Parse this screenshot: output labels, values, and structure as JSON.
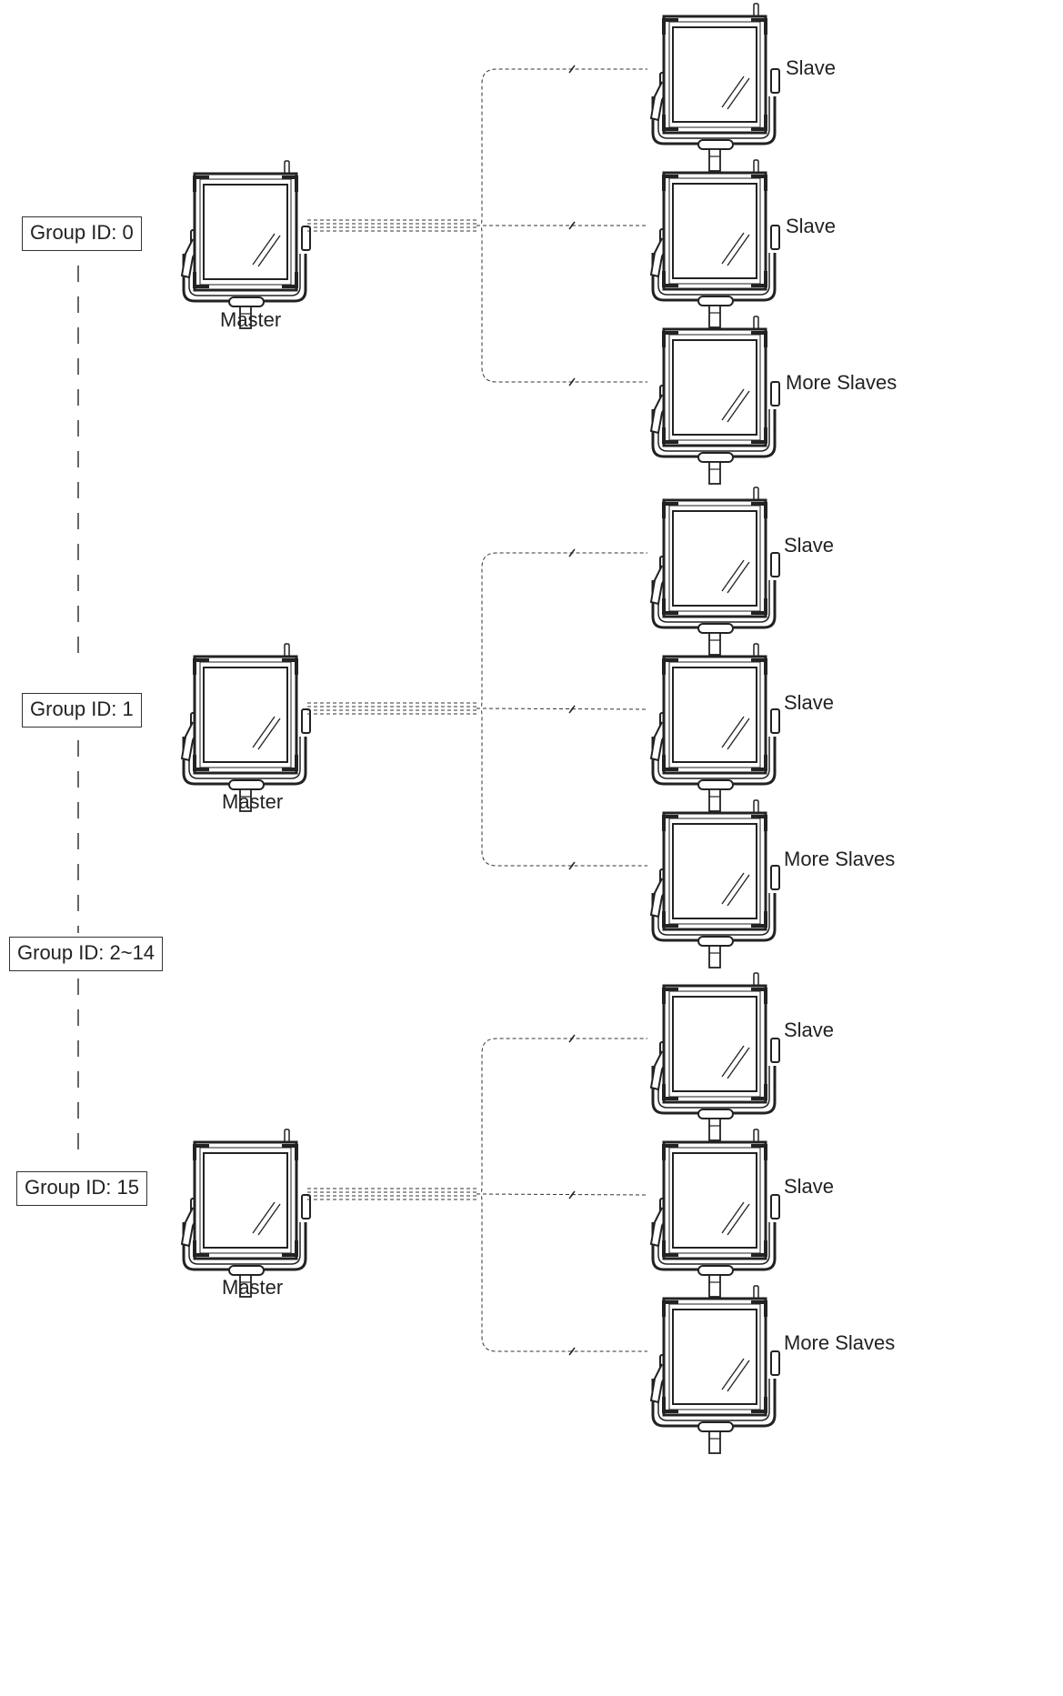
{
  "group_labels": [
    "Group ID: 0",
    "Group ID: 1",
    "Group ID: 2~14",
    "Group ID: 15"
  ],
  "groups": [
    {
      "master_label": "Master",
      "slaves": [
        "Slave",
        "Slave",
        "More Slaves"
      ]
    },
    {
      "master_label": "Master",
      "slaves": [
        "Slave",
        "Slave",
        "More Slaves"
      ]
    },
    {
      "master_label": "Master",
      "slaves": [
        "Slave",
        "Slave",
        "More Slaves"
      ]
    }
  ]
}
